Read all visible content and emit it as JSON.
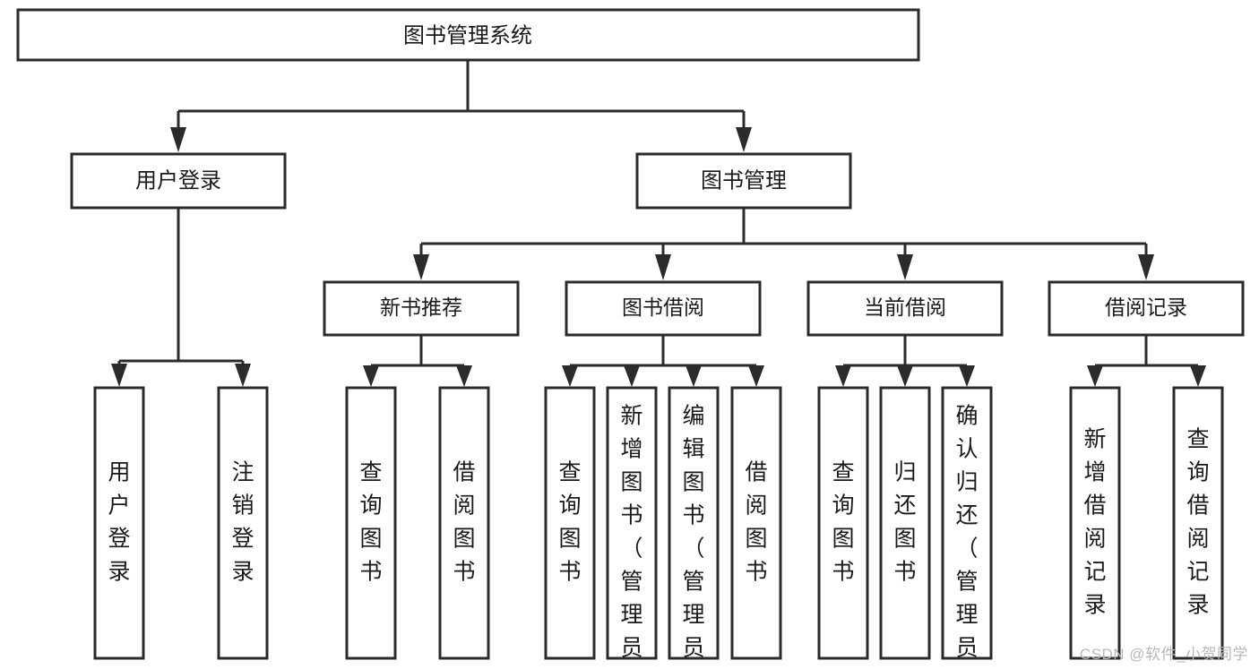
{
  "diagram": {
    "type": "tree-hierarchy",
    "title": "图书管理系统",
    "root": {
      "label": "图书管理系统",
      "name": "root-node"
    },
    "level2": [
      {
        "label": "用户登录",
        "name": "node-user-login"
      },
      {
        "label": "图书管理",
        "name": "node-book-management"
      }
    ],
    "level3": [
      {
        "label": "新书推荐",
        "name": "node-new-book-recommendation"
      },
      {
        "label": "图书借阅",
        "name": "node-book-borrow"
      },
      {
        "label": "当前借阅",
        "name": "node-current-borrow"
      },
      {
        "label": "借阅记录",
        "name": "node-borrow-record"
      }
    ],
    "leaves": {
      "user_login": [
        {
          "label": "用户登录",
          "name": "leaf-user-login"
        },
        {
          "label": "注销登录",
          "name": "leaf-logout"
        }
      ],
      "new_book_recommendation": [
        {
          "label": "查询图书",
          "name": "leaf-query-book"
        },
        {
          "label": "借阅图书",
          "name": "leaf-borrow-book"
        }
      ],
      "book_borrow": [
        {
          "label": "查询图书",
          "name": "leaf-query-book"
        },
        {
          "label": "新增图书（管理员）",
          "name": "leaf-add-book-admin"
        },
        {
          "label": "编辑图书（管理员）",
          "name": "leaf-edit-book-admin"
        },
        {
          "label": "借阅图书",
          "name": "leaf-borrow-book"
        }
      ],
      "current_borrow": [
        {
          "label": "查询图书",
          "name": "leaf-query-book"
        },
        {
          "label": "归还图书",
          "name": "leaf-return-book"
        },
        {
          "label": "确认归还（管理员）",
          "name": "leaf-confirm-return-admin"
        }
      ],
      "borrow_record": [
        {
          "label": "新增借阅记录",
          "name": "leaf-add-borrow-record"
        },
        {
          "label": "查询借阅记录",
          "name": "leaf-query-borrow-record"
        }
      ]
    },
    "colors": {
      "stroke": "#2b2b2b",
      "fill": "#ffffff",
      "text": "#1a1a1a",
      "watermark": "#b8b8b8"
    }
  },
  "watermark": {
    "text": "CSDN @软件_小贺同学"
  }
}
